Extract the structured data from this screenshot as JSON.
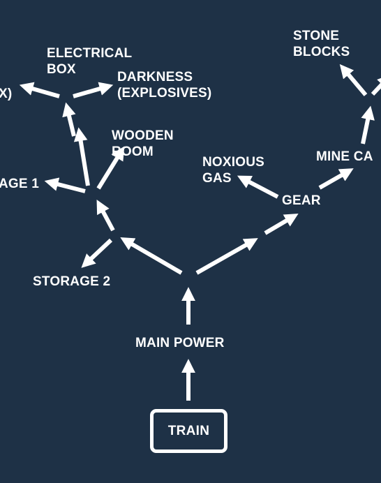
{
  "diagram": {
    "colors": {
      "background": "#1e3146",
      "foreground": "#ffffff"
    },
    "nodes": {
      "train": "TRAIN",
      "main_power": "MAIN POWER",
      "storage_2": "STORAGE 2",
      "storage_1_partial": "AGE 1",
      "wooden_room": "WOODEN\nROOM",
      "electrical_box": "ELECTRICAL\nBOX",
      "darkness": "DARKNESS\n(EXPLOSIVES)",
      "partial_left": "X)",
      "gear": "GEAR",
      "noxious_gas": "NOXIOUS\nGAS",
      "mine_cart_partial": "MINE CA",
      "stone_blocks": "STONE\nBLOCKS"
    }
  }
}
